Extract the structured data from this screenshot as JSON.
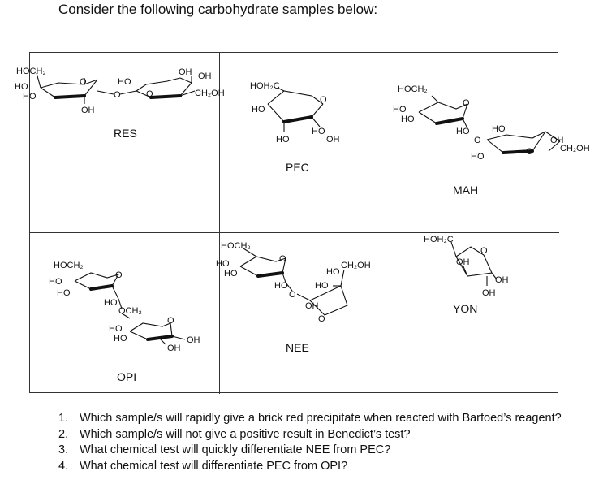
{
  "intro": "Consider the following carbohydrate samples below:",
  "samples": {
    "res": "RES",
    "pec": "PEC",
    "mah": "MAH",
    "opi": "OPI",
    "nee": "NEE",
    "yon": "YON"
  },
  "atoms": {
    "hoch2": "HOCH₂",
    "hoh2c": "HOH₂C",
    "ho": "HO",
    "oh": "OH",
    "ch2oh": "CH₂OH",
    "och2": "OCH₂",
    "o": "O"
  },
  "questions": [
    {
      "num": "1.",
      "text": "Which sample/s will rapidly give a brick red precipitate when reacted with Barfoed’s reagent?"
    },
    {
      "num": "2.",
      "text": "Which sample/s will not give a positive result in Benedict’s test?"
    },
    {
      "num": "3.",
      "text": "What chemical test will quickly differentiate NEE from PEC?"
    },
    {
      "num": "4.",
      "text": "What chemical test will differentiate PEC from OPI?"
    }
  ]
}
